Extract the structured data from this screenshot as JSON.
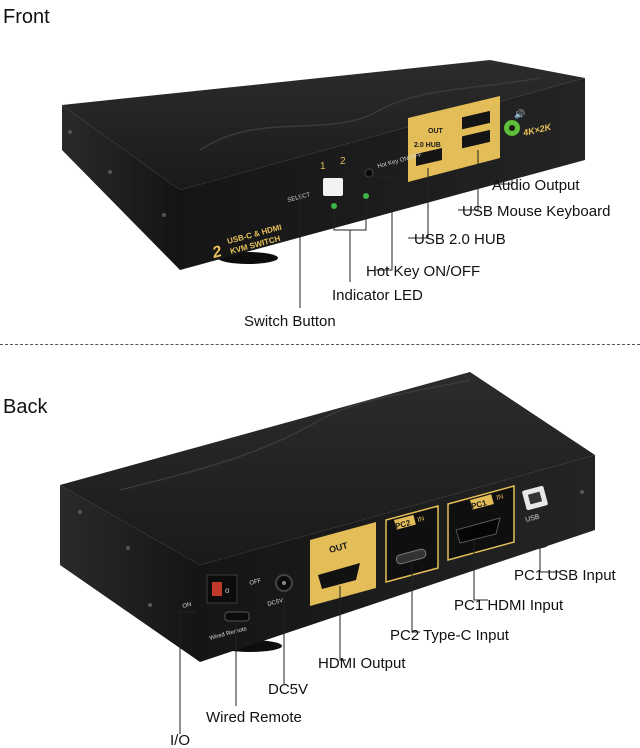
{
  "front": {
    "title": "Front",
    "device": {
      "port_label_out": "OUT",
      "hub_label": "2.0 HUB",
      "resolution_badge": "4K×2K",
      "select_label": "SELECT",
      "hotkey_label": "Hot Key ON/OFF",
      "port_num_1": "1",
      "port_num_2": "2",
      "brand_ports": "2",
      "brand_line1": "USB-C & HDMI",
      "brand_line2": "KVM SWITCH"
    },
    "callouts": {
      "audio_output": "Audio Output",
      "usb_mouse_keyboard": "USB Mouse Keyboard",
      "usb_hub": "USB 2.0 HUB",
      "hot_key": "Hot Key ON/OFF",
      "indicator_led": "Indicator LED",
      "switch_button": "Switch Button"
    }
  },
  "back": {
    "title": "Back",
    "device": {
      "on_label": "ON",
      "off_label": "OFF",
      "dc_label": "DC5V",
      "wired_remote_label": "Wired Remote",
      "out_label": "OUT",
      "pc2_label": "PC2",
      "pc1_label": "PC1",
      "in_label": "IN",
      "usb_label": "USB"
    },
    "callouts": {
      "pc1_usb_input": "PC1 USB Input",
      "pc1_hdmi_input": "PC1 HDMI Input",
      "pc2_typec_input": "PC2 Type-C Input",
      "hdmi_output": "HDMI Output",
      "dc5v": "DC5V",
      "wired_remote": "Wired Remote",
      "io": "I/O"
    }
  },
  "colors": {
    "body": "#1b1b1b",
    "gold": "#e2bd58",
    "led_green": "#3cb44a",
    "audio_green": "#5fbf3a"
  }
}
